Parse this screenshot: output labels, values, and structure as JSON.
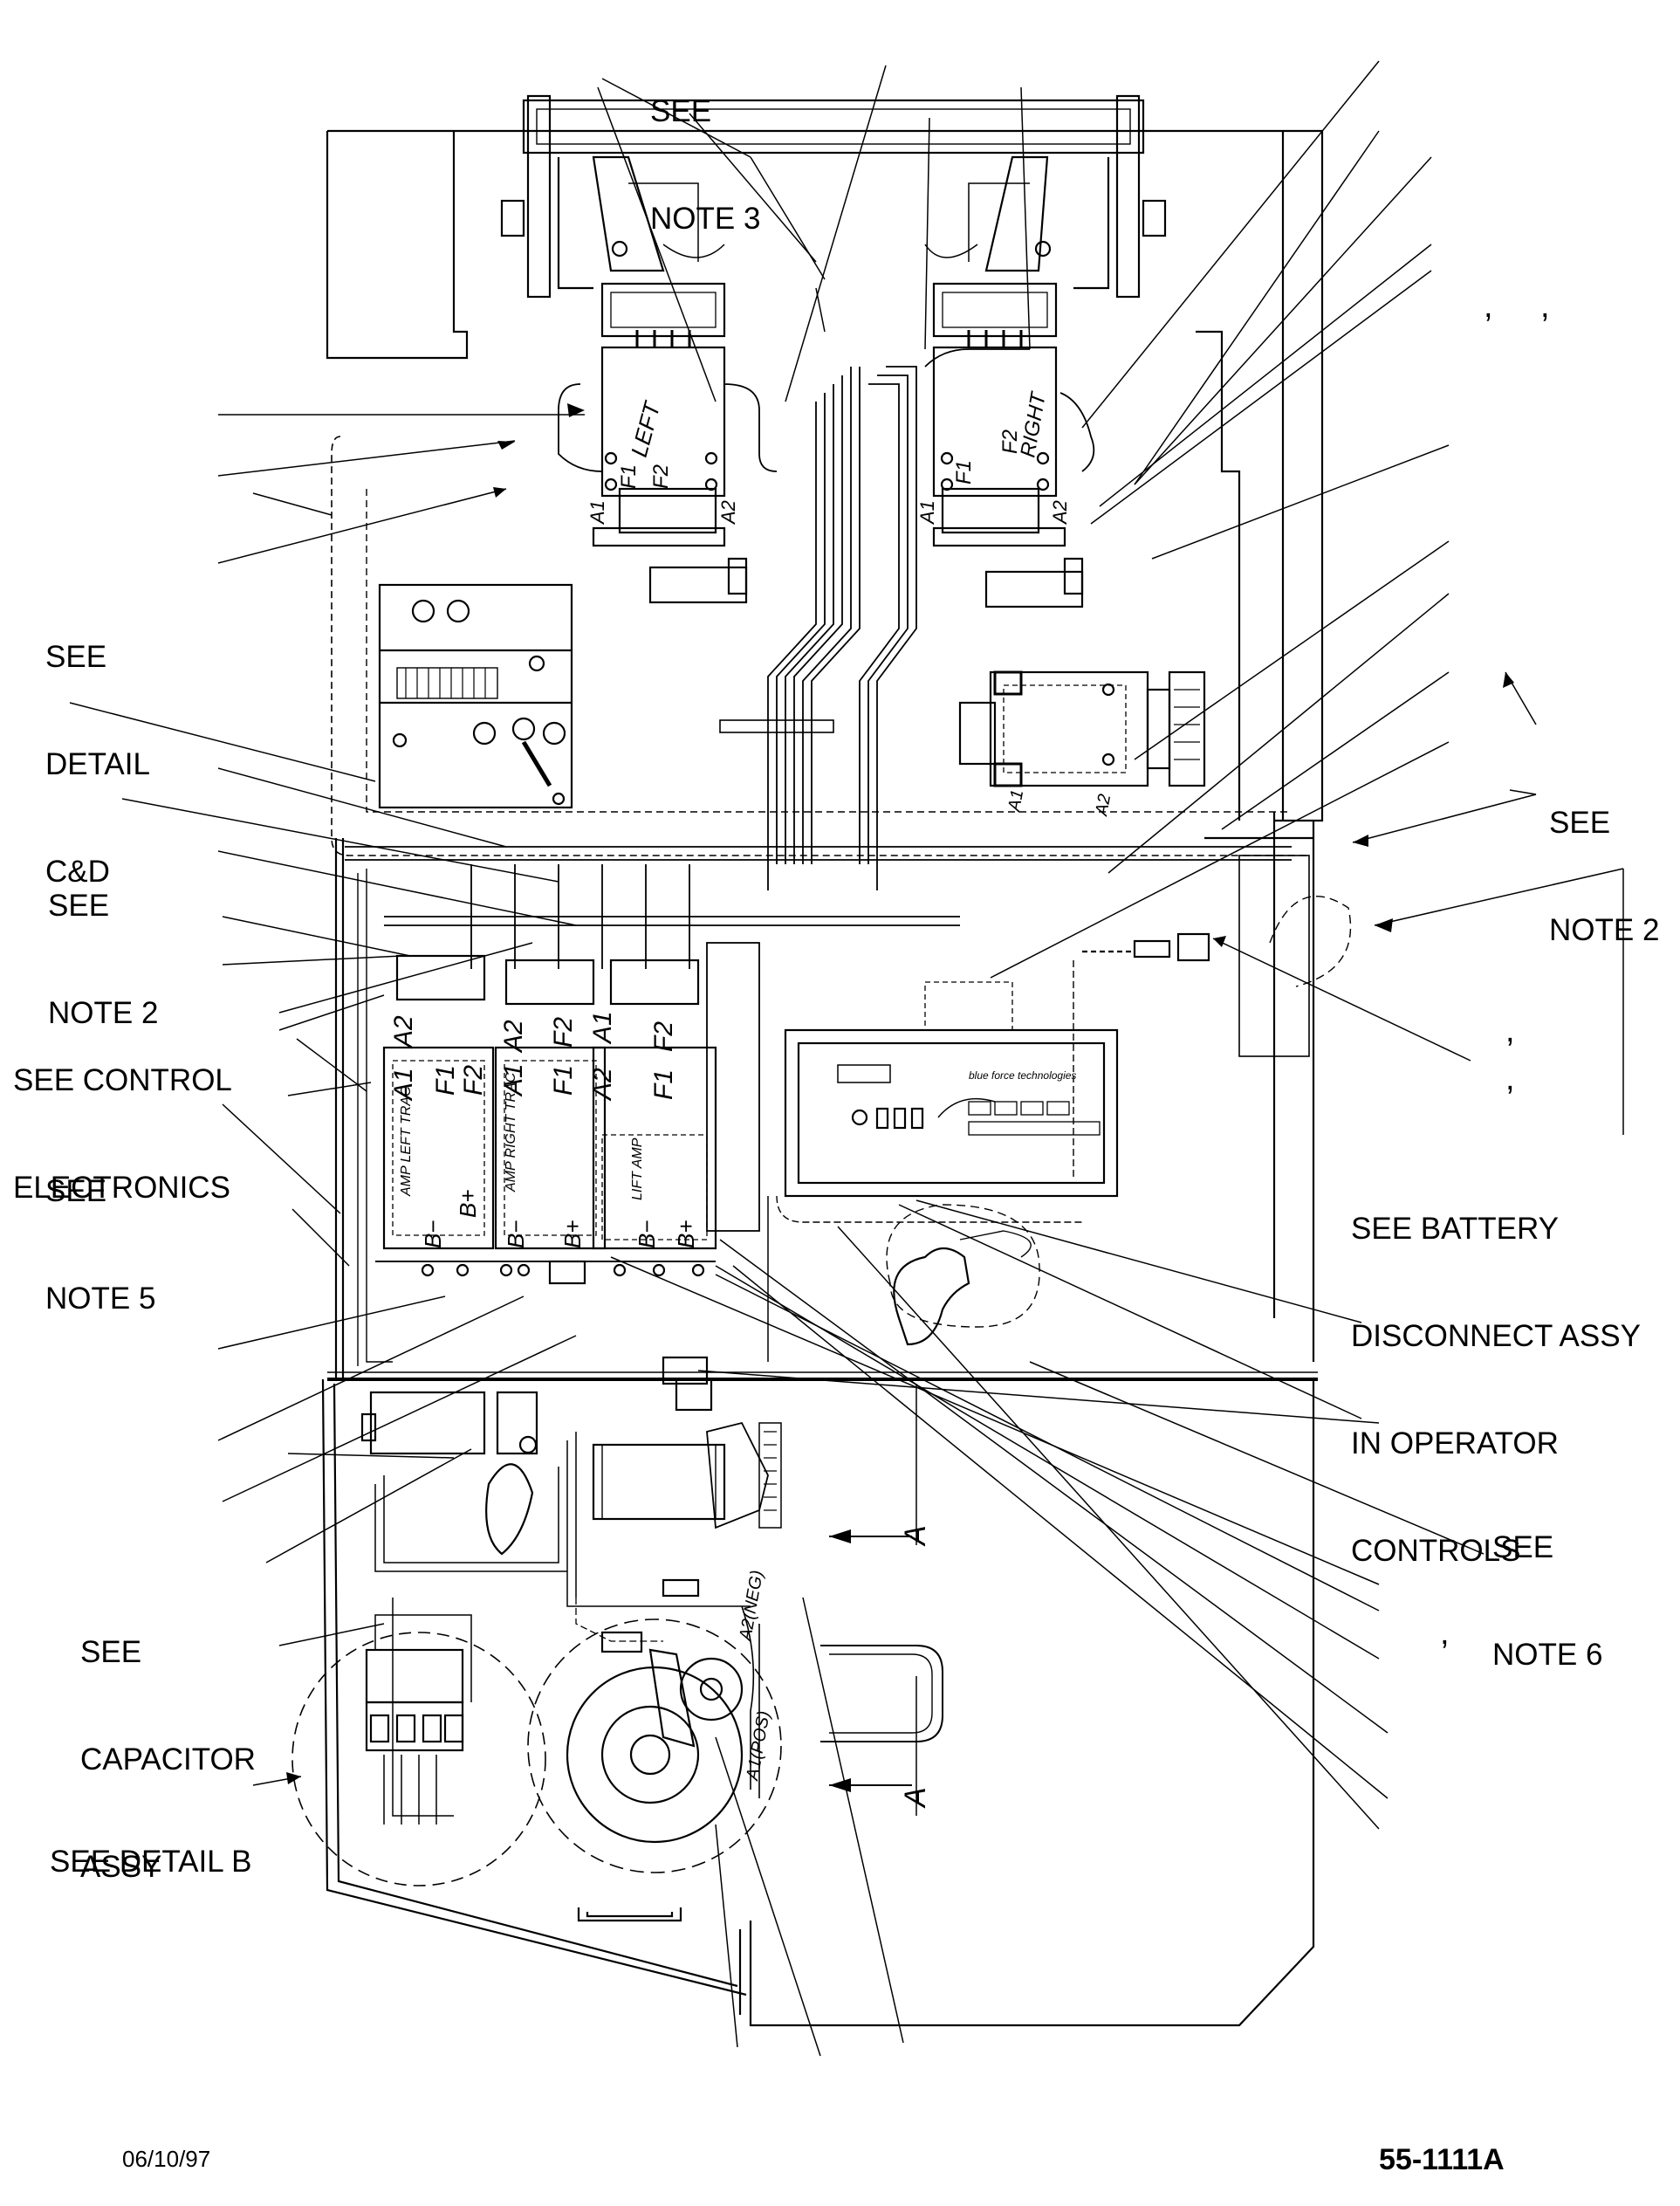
{
  "labels": {
    "see_note_3": [
      "SEE",
      "NOTE 3"
    ],
    "see_detail_cd": [
      "SEE",
      "DETAIL",
      "C&D"
    ],
    "see_note_2_left": [
      "SEE",
      "NOTE 2"
    ],
    "see_control_electronics": [
      "SEE CONTROL",
      "ELECTRONICS"
    ],
    "see_note_5": [
      "SEE",
      "NOTE 5"
    ],
    "see_capacitor_assy": [
      "SEE",
      "CAPACITOR",
      "ASSY"
    ],
    "see_detail_b": [
      "SEE DETAIL B"
    ],
    "see_note_2_right": [
      "SEE",
      "NOTE 2"
    ],
    "see_battery_disconnect": [
      "SEE BATTERY",
      "DISCONNECT ASSY",
      "IN OPERATOR",
      "CONTROLS"
    ],
    "see_note_6": [
      "SEE",
      "NOTE 6"
    ]
  },
  "motor_marks": {
    "left_motor": "LEFT",
    "right_motor": "RIGHT",
    "a1": "A1",
    "a2": "A2",
    "f1": "F1",
    "f2": "F2"
  },
  "amp_marks": {
    "left_trac": "AMP LEFT TRAC",
    "right_trac": "AMP RIGHT TRAC",
    "lift_amp": "LIFT AMP",
    "b_minus": "B−",
    "b_plus": "B+"
  },
  "pump_marks": {
    "a2_neg": "A2(NEG)",
    "a1_pos": "A1(POS)"
  },
  "section_mark": "A",
  "display_brand": "blue force technologies",
  "footer": {
    "date": "06/10/97",
    "drawing_number": "55-1111A"
  },
  "commas": [
    ",",
    ",",
    ",",
    ",",
    ","
  ]
}
